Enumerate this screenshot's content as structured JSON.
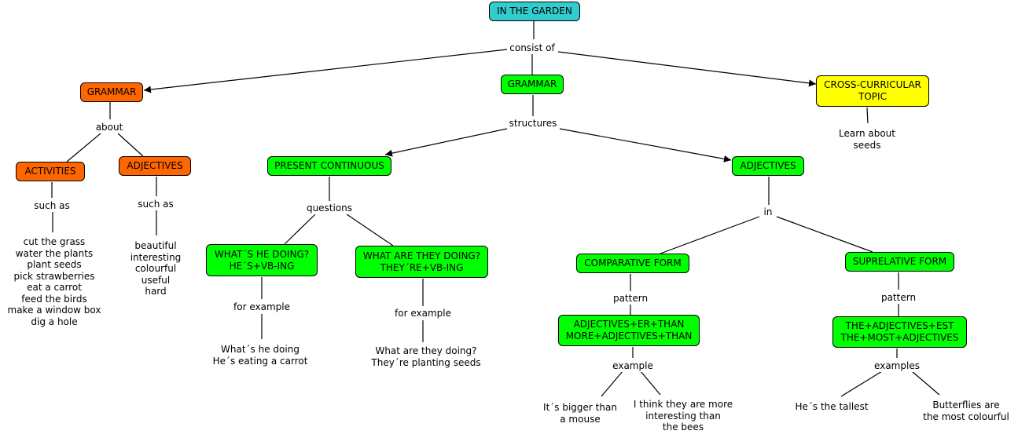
{
  "colors": {
    "teal": "#33CCCC",
    "orange": "#FF6600",
    "green": "#00FF00",
    "yellow": "#FFFF00",
    "line": "#000000"
  },
  "concepts": {
    "root": {
      "lines": [
        "IN THE GARDEN"
      ]
    },
    "grammar_left": {
      "lines": [
        "GRAMMAR"
      ]
    },
    "grammar_center": {
      "lines": [
        "GRAMMAR"
      ]
    },
    "cross_curricular": {
      "lines": [
        "CROSS-CURRICULAR",
        "TOPIC"
      ]
    },
    "activities": {
      "lines": [
        "ACTIVITIES"
      ]
    },
    "adjectives_left": {
      "lines": [
        "ADJECTIVES"
      ]
    },
    "present_continuous": {
      "lines": [
        "PRESENT CONTINUOUS"
      ]
    },
    "adjectives_right": {
      "lines": [
        "ADJECTIVES"
      ]
    },
    "whats_he_doing": {
      "lines": [
        "WHAT´S HE DOING?",
        "HE´S+VB-ING"
      ]
    },
    "what_are_they_doing": {
      "lines": [
        "WHAT ARE THEY DOING?",
        "THEY´RE+VB-ING"
      ]
    },
    "comparative_form": {
      "lines": [
        "COMPARATIVE FORM"
      ]
    },
    "superlative_form": {
      "lines": [
        "SUPRELATIVE FORM"
      ]
    },
    "comparative_pattern": {
      "lines": [
        "ADJECTIVES+ER+THAN",
        "MORE+ADJECTIVES+THAN"
      ]
    },
    "superlative_pattern": {
      "lines": [
        "THE+ADJECTIVES+EST",
        "THE+MOST+ADJECTIVES"
      ]
    }
  },
  "linking_phrases": {
    "consist_of": {
      "lines": [
        "consist of"
      ]
    },
    "about": {
      "lines": [
        "about"
      ]
    },
    "structures": {
      "lines": [
        "structures"
      ]
    },
    "such_as_activities": {
      "lines": [
        "such as"
      ]
    },
    "such_as_adjectives": {
      "lines": [
        "such as"
      ]
    },
    "questions": {
      "lines": [
        "questions"
      ]
    },
    "in": {
      "lines": [
        "in"
      ]
    },
    "for_example_he": {
      "lines": [
        "for example"
      ]
    },
    "for_example_they": {
      "lines": [
        "for example"
      ]
    },
    "pattern_comparative": {
      "lines": [
        "pattern"
      ]
    },
    "pattern_superlative": {
      "lines": [
        "pattern"
      ]
    },
    "example": {
      "lines": [
        "example"
      ]
    },
    "examples": {
      "lines": [
        "examples"
      ]
    }
  },
  "leaf_texts": {
    "learn_about_seeds": {
      "lines": [
        "Learn about",
        "seeds"
      ]
    },
    "activities_list": {
      "lines": [
        "cut the grass",
        "water the plants",
        "plant seeds",
        "pick strawberries",
        "eat a carrot",
        "feed the birds",
        "make a window box",
        "dig a hole"
      ]
    },
    "adjectives_list": {
      "lines": [
        "beautiful",
        "interesting",
        "colourful",
        "useful",
        "hard"
      ]
    },
    "example_he": {
      "lines": [
        "What´s he doing",
        "He´s eating a carrot"
      ]
    },
    "example_they": {
      "lines": [
        "What are they doing?",
        "They´re planting seeds"
      ]
    },
    "example_bigger": {
      "lines": [
        "It´s bigger than",
        "a mouse"
      ]
    },
    "example_interesting": {
      "lines": [
        "I think they are more",
        "interesting than",
        "the bees"
      ]
    },
    "example_tallest": {
      "lines": [
        "He´s the tallest"
      ]
    },
    "example_butterflies": {
      "lines": [
        "Butterflies are",
        "the most colourful"
      ]
    }
  }
}
